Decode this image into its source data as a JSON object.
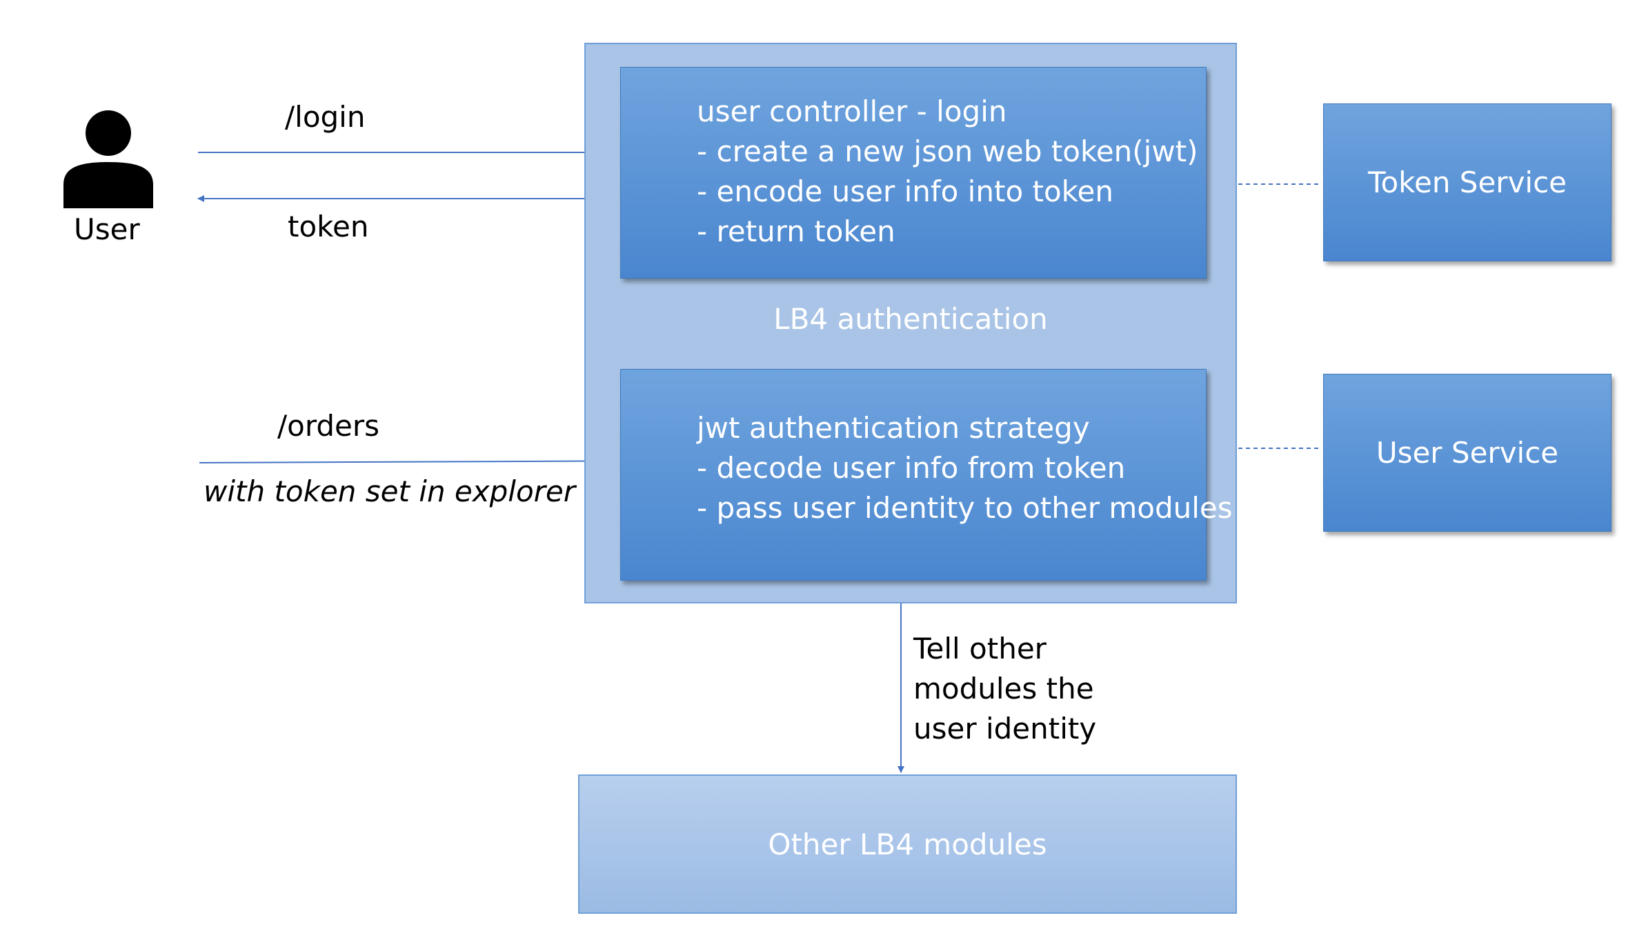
{
  "user": {
    "label": "User"
  },
  "arrows": {
    "login_label": "/login",
    "token_label": "token",
    "orders_label": "/orders",
    "orders_note": "with token set in explorer",
    "tell_lines": [
      "Tell other",
      "modules the",
      "user identity"
    ]
  },
  "auth_container": {
    "label": "LB4 authentication",
    "controller_lines": [
      "user controller - login",
      "- create a new json web token(jwt)",
      "- encode user info into token",
      "- return token"
    ],
    "strategy_lines": [
      "jwt authentication strategy",
      "- decode user info from token",
      "- pass user identity to other modules"
    ]
  },
  "services": {
    "token_service": "Token Service",
    "user_service": "User Service"
  },
  "modules": {
    "label": "Other LB4 modules"
  },
  "colors": {
    "line": "#4472c4",
    "box_fill": "#5b9bd5",
    "container_fill": "#a9c4e6"
  }
}
